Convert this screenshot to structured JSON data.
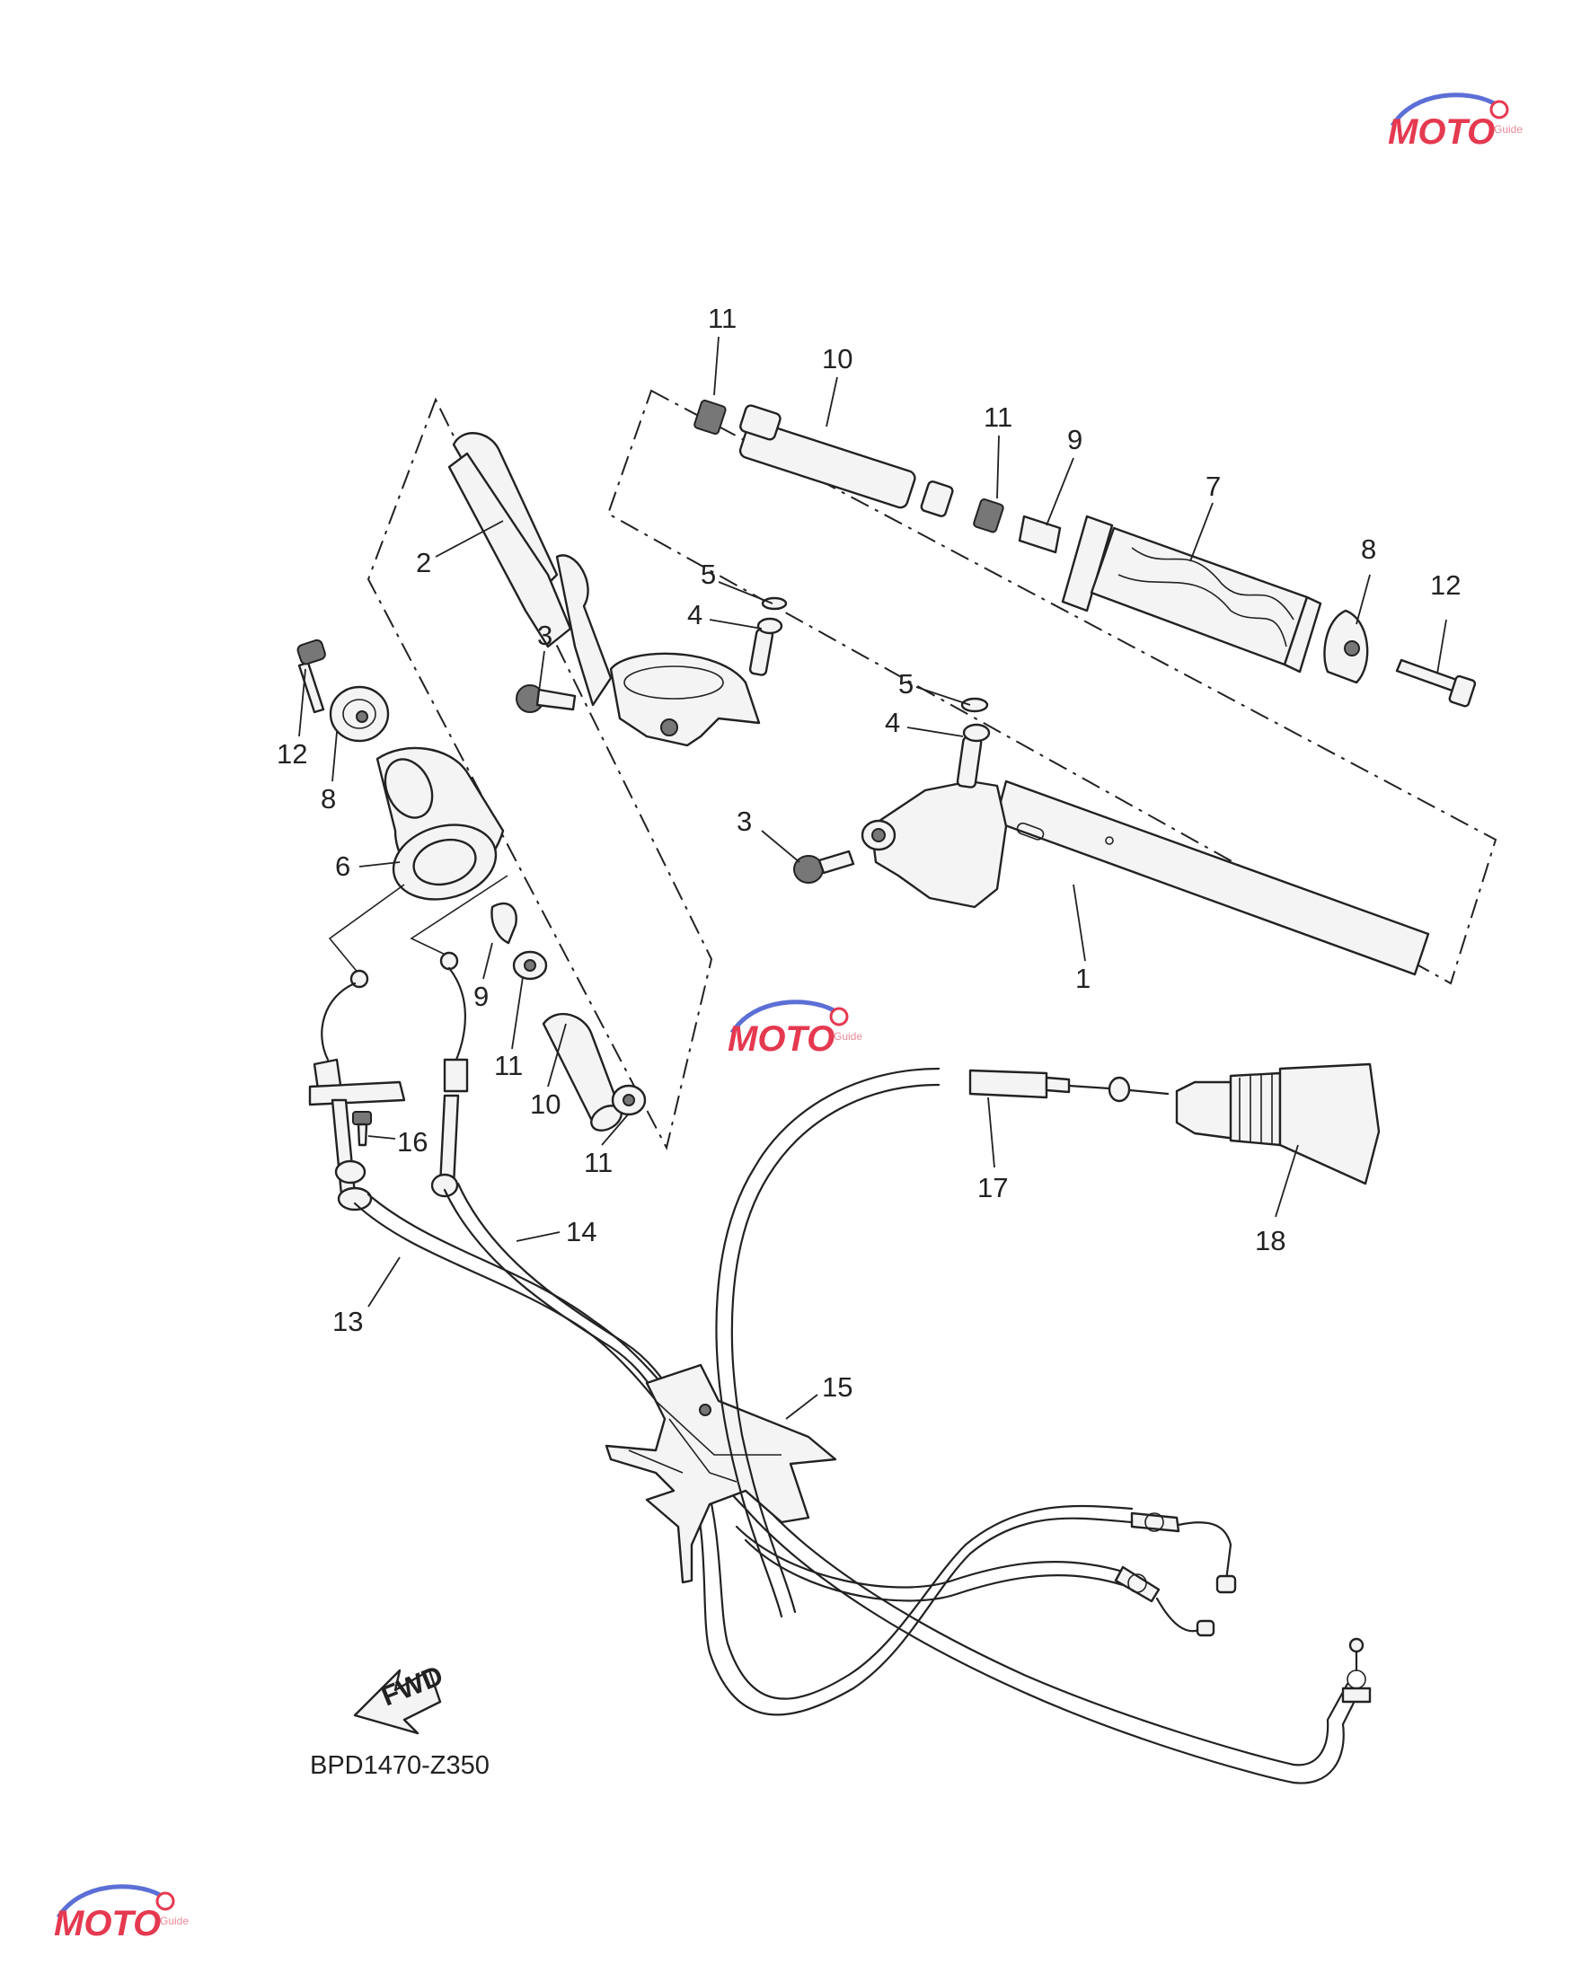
{
  "diagram_code": "BPD1470-Z350",
  "direction_label": "FWD",
  "watermark": {
    "main": "MOTO",
    "sub": "Guide",
    "swoosh_color": "#5c6fd6",
    "text_color": "#e53950"
  },
  "callouts": [
    {
      "id": "c-11-top",
      "label": "11"
    },
    {
      "id": "c-10-top",
      "label": "10"
    },
    {
      "id": "c-11-mid",
      "label": "11"
    },
    {
      "id": "c-9-right",
      "label": "9"
    },
    {
      "id": "c-7",
      "label": "7"
    },
    {
      "id": "c-8-right",
      "label": "8"
    },
    {
      "id": "c-12-right",
      "label": "12"
    },
    {
      "id": "c-2",
      "label": "2"
    },
    {
      "id": "c-5-left",
      "label": "5"
    },
    {
      "id": "c-4-left",
      "label": "4"
    },
    {
      "id": "c-3-left",
      "label": "3"
    },
    {
      "id": "c-5-right",
      "label": "5"
    },
    {
      "id": "c-4-right",
      "label": "4"
    },
    {
      "id": "c-3-right",
      "label": "3"
    },
    {
      "id": "c-1",
      "label": "1"
    },
    {
      "id": "c-12-left",
      "label": "12"
    },
    {
      "id": "c-8-left",
      "label": "8"
    },
    {
      "id": "c-6",
      "label": "6"
    },
    {
      "id": "c-9-left",
      "label": "9"
    },
    {
      "id": "c-11-low",
      "label": "11"
    },
    {
      "id": "c-10-low",
      "label": "10"
    },
    {
      "id": "c-11-bottom",
      "label": "11"
    },
    {
      "id": "c-16",
      "label": "16"
    },
    {
      "id": "c-14",
      "label": "14"
    },
    {
      "id": "c-13",
      "label": "13"
    },
    {
      "id": "c-15",
      "label": "15"
    },
    {
      "id": "c-17",
      "label": "17"
    },
    {
      "id": "c-18",
      "label": "18"
    }
  ]
}
